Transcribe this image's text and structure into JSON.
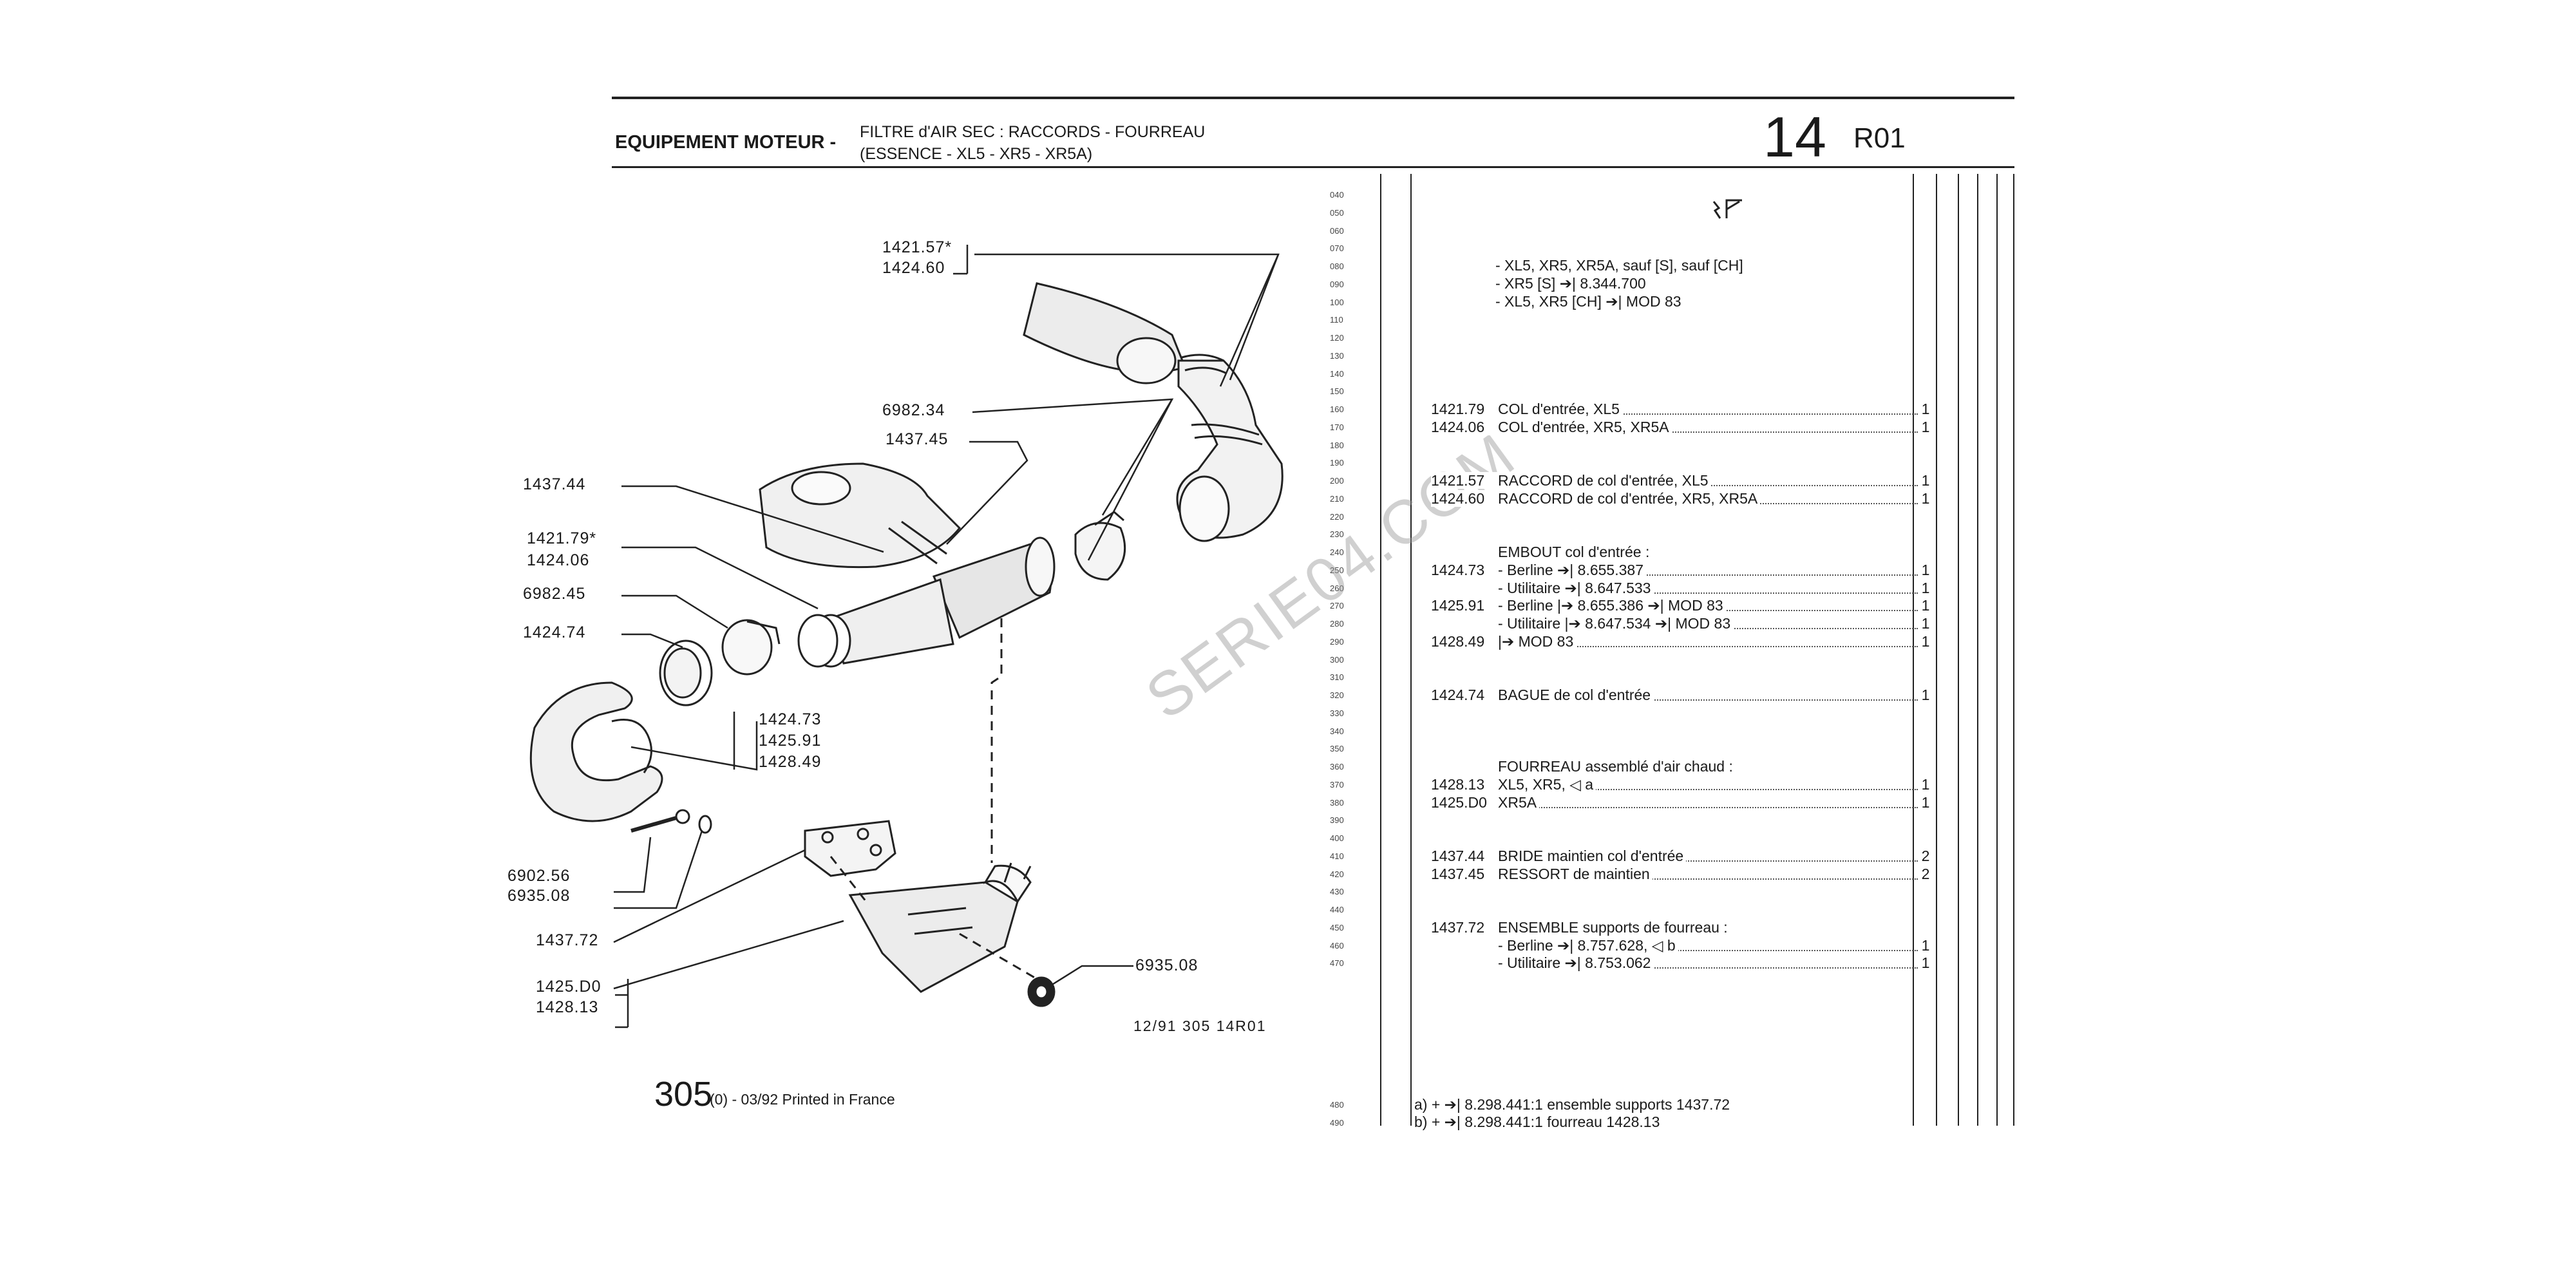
{
  "header": {
    "section": "EQUIPEMENT MOTEUR -",
    "title_line1": "FILTRE d'AIR SEC : RACCORDS - FOURREAU",
    "title_line2": "(ESSENCE - XL5 - XR5 - XR5A)",
    "group_number": "14",
    "page_code": "R01"
  },
  "watermark": "SERIE04.COM",
  "callouts": {
    "c1": "1421.57*",
    "c2": "1424.60",
    "c3": "6982.34",
    "c4": "1437.45",
    "c5": "1437.44",
    "c6": "1421.79*",
    "c7": "1424.06",
    "c8": "6982.45",
    "c9": "1424.74",
    "c10": "1424.73",
    "c11": "1425.91",
    "c12": "1428.49",
    "c13": "6902.56",
    "c14": "6935.08",
    "c15": "1437.72",
    "c16": "1425.D0",
    "c17": "1428.13",
    "c18": "6935.08"
  },
  "drawing_ref": "12/91 305 14R01",
  "footer": {
    "model": "305",
    "print_info": "(0) - 03/92 Printed in France"
  },
  "line_numbers": [
    "040",
    "050",
    "060",
    "070",
    "080",
    "090",
    "100",
    "110",
    "120",
    "130",
    "140",
    "150",
    "160",
    "170",
    "180",
    "190",
    "200",
    "210",
    "220",
    "230",
    "240",
    "250",
    "260",
    "270",
    "280",
    "290",
    "300",
    "310",
    "320",
    "330",
    "340",
    "350",
    "360",
    "370",
    "380",
    "390",
    "400",
    "410",
    "420",
    "430",
    "440",
    "450",
    "460",
    "470"
  ],
  "footnote_line_numbers": [
    "480",
    "490"
  ],
  "conditions": {
    "c1": "- XL5, XR5, XR5A, sauf [S], sauf [CH]",
    "c2": "- XR5 [S] ➔| 8.344.700",
    "c3": "- XL5, XR5 [CH] ➔| MOD 83"
  },
  "parts": {
    "r160": {
      "ref": "1421.79",
      "desc": "COL d'entrée, XL5",
      "qty": "1"
    },
    "r170": {
      "ref": "1424.06",
      "desc": "COL d'entrée, XR5, XR5A",
      "qty": "1"
    },
    "r200": {
      "ref": "1421.57",
      "desc": "RACCORD de col d'entrée, XL5",
      "qty": "1"
    },
    "r210": {
      "ref": "1424.60",
      "desc": "RACCORD de col d'entrée, XR5, XR5A",
      "qty": "1"
    },
    "r240": {
      "ref": "",
      "desc": "EMBOUT col d'entrée :",
      "qty": ""
    },
    "r250": {
      "ref": "1424.73",
      "desc": "- Berline   ➔| 8.655.387",
      "qty": "1"
    },
    "r260": {
      "ref": "",
      "desc": "- Utilitaire ➔| 8.647.533",
      "qty": "1"
    },
    "r270": {
      "ref": "1425.91",
      "desc": "- Berline  |➔  8.655.386 ➔| MOD 83",
      "qty": "1"
    },
    "r280": {
      "ref": "",
      "desc": "- Utilitaire |➔ 8.647.534 ➔| MOD 83",
      "qty": "1"
    },
    "r290": {
      "ref": "1428.49",
      "desc": "|➔ MOD 83",
      "qty": "1"
    },
    "r320": {
      "ref": "1424.74",
      "desc": "BAGUE de col d'entrée",
      "qty": "1"
    },
    "r360": {
      "ref": "",
      "desc": "FOURREAU assemblé d'air chaud :",
      "qty": ""
    },
    "r370": {
      "ref": "1428.13",
      "desc": "XL5, XR5,  ◁ a",
      "qty": "1"
    },
    "r380": {
      "ref": "1425.D0",
      "desc": "XR5A",
      "qty": "1"
    },
    "r410": {
      "ref": "1437.44",
      "desc": "BRIDE maintien col d'entrée",
      "qty": "2"
    },
    "r420": {
      "ref": "1437.45",
      "desc": "RESSORT de maintien",
      "qty": "2"
    },
    "r450": {
      "ref": "1437.72",
      "desc": "ENSEMBLE supports de fourreau :",
      "qty": ""
    },
    "r460": {
      "ref": "",
      "desc": "- Berline ➔| 8.757.628,  ◁ b",
      "qty": "1"
    },
    "r470": {
      "ref": "",
      "desc": "- Utilitaire ➔| 8.753.062",
      "qty": "1"
    }
  },
  "notes": {
    "a": "a)  +  ➔| 8.298.441:1 ensemble supports 1437.72",
    "b": "b)  +  ➔| 8.298.441:1 fourreau 1428.13"
  }
}
